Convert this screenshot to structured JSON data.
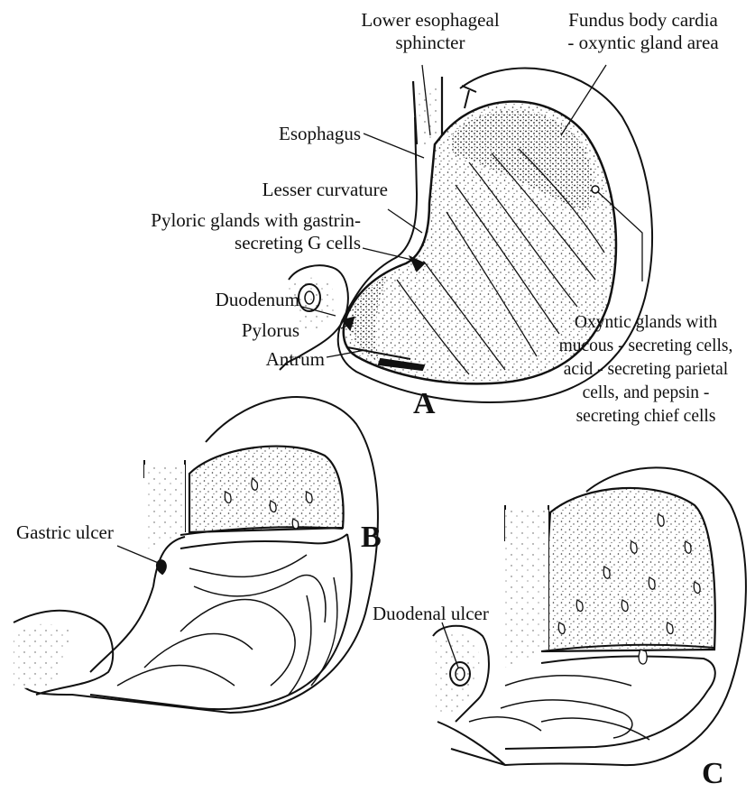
{
  "figure": {
    "panels": {
      "a": "A",
      "b": "B",
      "c": "C"
    },
    "labels": {
      "lower_esophageal_sphincter": [
        "Lower esophageal",
        "sphincter"
      ],
      "fundus_body_cardia": [
        "Fundus body cardia",
        "- oxyntic gland area"
      ],
      "esophagus": "Esophagus",
      "lesser_curvature": "Lesser curvature",
      "pyloric_glands": [
        "Pyloric glands with gastrin-",
        "secreting G cells"
      ],
      "duodenum": "Duodenum",
      "pylorus": "Pylorus",
      "antrum": "Antrum",
      "oxyntic_glands": [
        "Oxyntic glands with",
        "mucous - secreting cells,",
        "acid - secreting parietal",
        "cells, and pepsin -",
        "secreting chief cells"
      ],
      "gastric_ulcer": "Gastric ulcer",
      "duodenal_ulcer": "Duodenal ulcer"
    },
    "colors": {
      "ink": "#111111",
      "background": "#ffffff"
    }
  }
}
